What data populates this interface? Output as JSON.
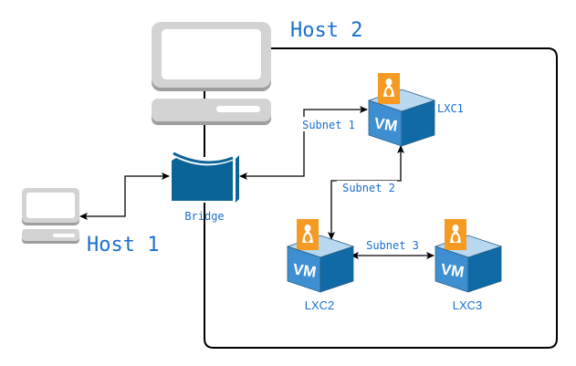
{
  "diagram": {
    "colors": {
      "label_blue": "#1a6fcf",
      "vm_front": "#3d8fd1",
      "vm_side": "#0f6aa6",
      "vm_top": "#b8d8ef",
      "linux_orange": "#f59a23",
      "bridge_blue": "#0b6497",
      "computer_gray": "#d3d3d3",
      "computer_shadow": "#9e9e9e",
      "line": "#000000"
    },
    "hosts": [
      {
        "id": "host1",
        "label": "Host 1",
        "icon": "desktop-computer-icon"
      },
      {
        "id": "host2",
        "label": "Host 2",
        "icon": "desktop-computer-icon"
      }
    ],
    "bridge": {
      "label": "Bridge",
      "icon": "network-bridge-icon"
    },
    "containers": [
      {
        "id": "lxc1",
        "label": "LXC1",
        "icon": "vm-cube-icon",
        "badge": "linux-tux-icon",
        "vm_text": "VM"
      },
      {
        "id": "lxc2",
        "label": "LXC2",
        "icon": "vm-cube-icon",
        "badge": "linux-tux-icon",
        "vm_text": "VM"
      },
      {
        "id": "lxc3",
        "label": "LXC3",
        "icon": "vm-cube-icon",
        "badge": "linux-tux-icon",
        "vm_text": "VM"
      }
    ],
    "links": [
      {
        "from": "bridge",
        "to": "host1",
        "label": ""
      },
      {
        "from": "bridge",
        "to": "lxc1",
        "label": "Subnet 1"
      },
      {
        "from": "lxc1",
        "to": "lxc2",
        "label": "Subnet 2"
      },
      {
        "from": "lxc2",
        "to": "lxc3",
        "label": "Subnet 3"
      }
    ]
  }
}
